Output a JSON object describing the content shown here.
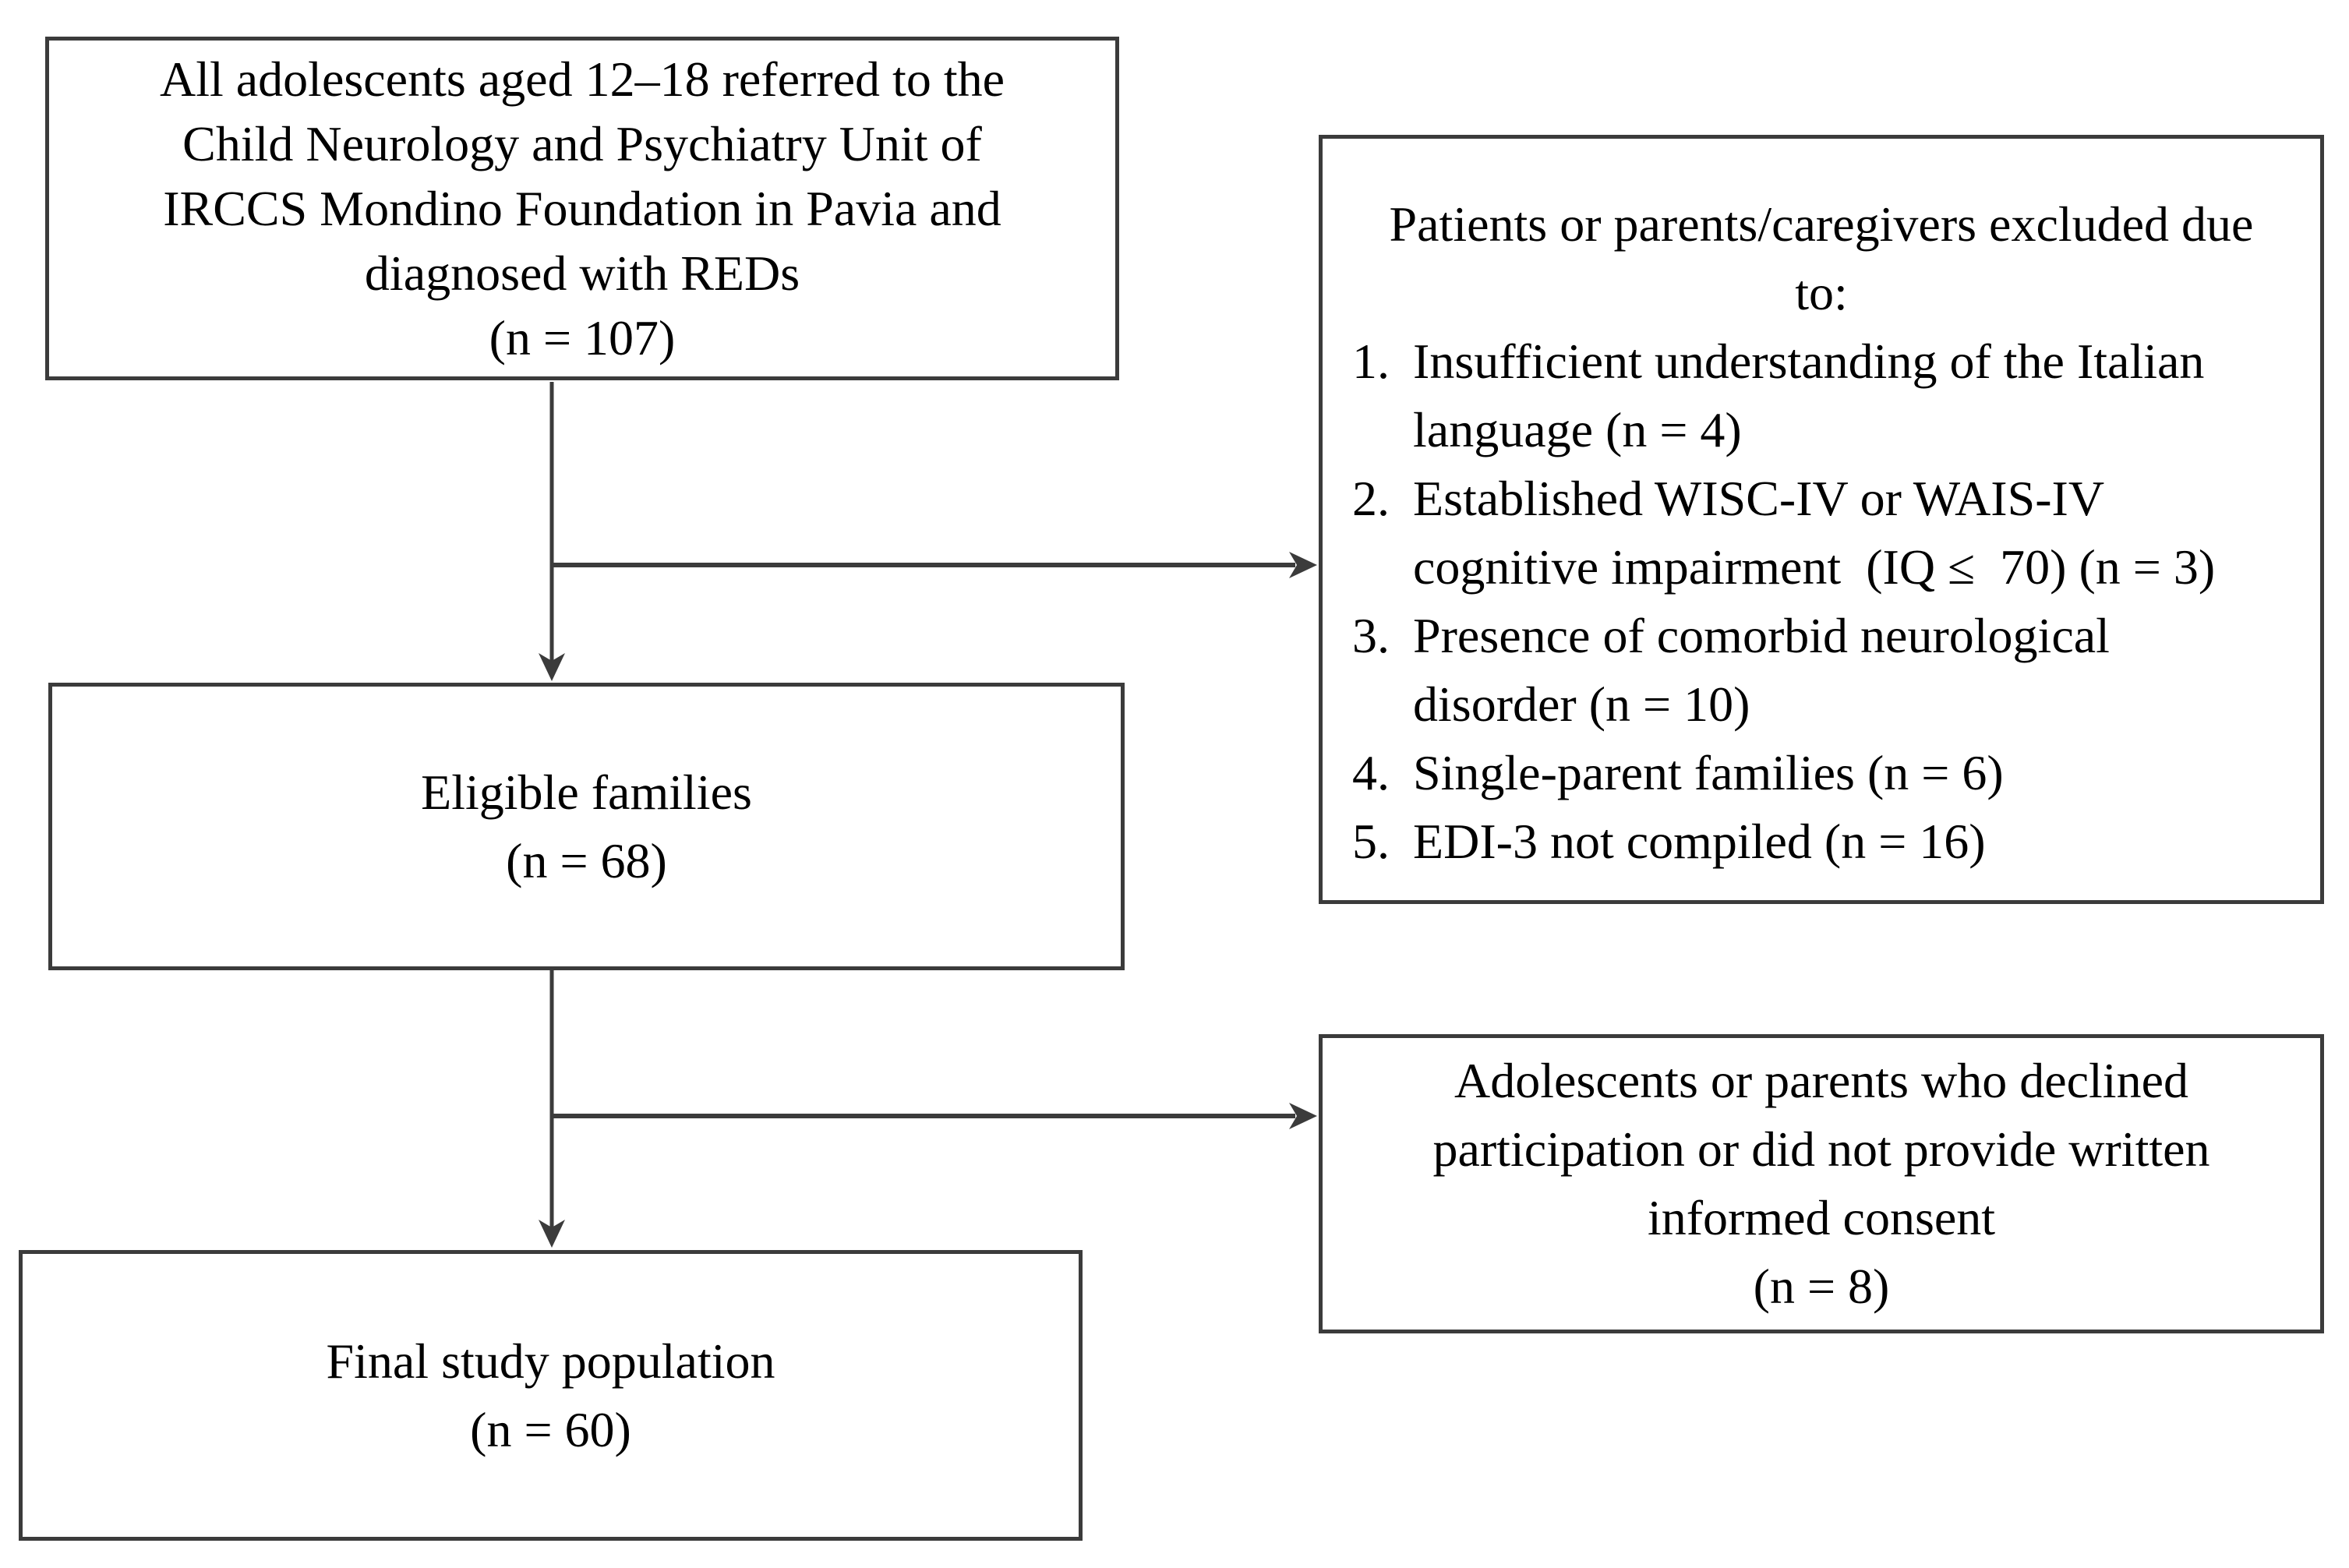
{
  "diagram": {
    "referred": {
      "lines": [
        "All adolescents aged 12–18 referred to the",
        "Child Neurology and Psychiatry Unit of",
        "IRCCS Mondino Foundation in Pavia and",
        "diagnosed with REDs",
        "(n = 107)"
      ]
    },
    "excluded": {
      "heading_lines": [
        "Patients or parents/caregivers excluded due",
        "to:"
      ],
      "items": [
        {
          "num": "1.",
          "lines": [
            "Insufficient understanding of the Italian",
            "language (n = 4)"
          ]
        },
        {
          "num": "2.",
          "lines": [
            "Established WISC-IV or WAIS-IV",
            "cognitive impairment  (IQ ≤  70) (n = 3)"
          ]
        },
        {
          "num": "3.",
          "lines": [
            "Presence of comorbid neurological",
            "disorder (n = 10)"
          ]
        },
        {
          "num": "4.",
          "lines": [
            "Single-parent families (n = 6)"
          ]
        },
        {
          "num": "5.",
          "lines": [
            "EDI-3 not compiled (n = 16)"
          ]
        }
      ]
    },
    "eligible": {
      "lines": [
        "Eligible families",
        "(n = 68)"
      ]
    },
    "declined": {
      "lines": [
        "Adolescents or parents who declined",
        "participation or did not provide written",
        "informed consent",
        "(n = 8)"
      ]
    },
    "final": {
      "lines": [
        "Final study population",
        "(n = 60)"
      ]
    }
  },
  "colors": {
    "box_border": "#3b3b3b",
    "arrow": "#3b3b3b",
    "text": "#000000",
    "background": "#ffffff"
  }
}
